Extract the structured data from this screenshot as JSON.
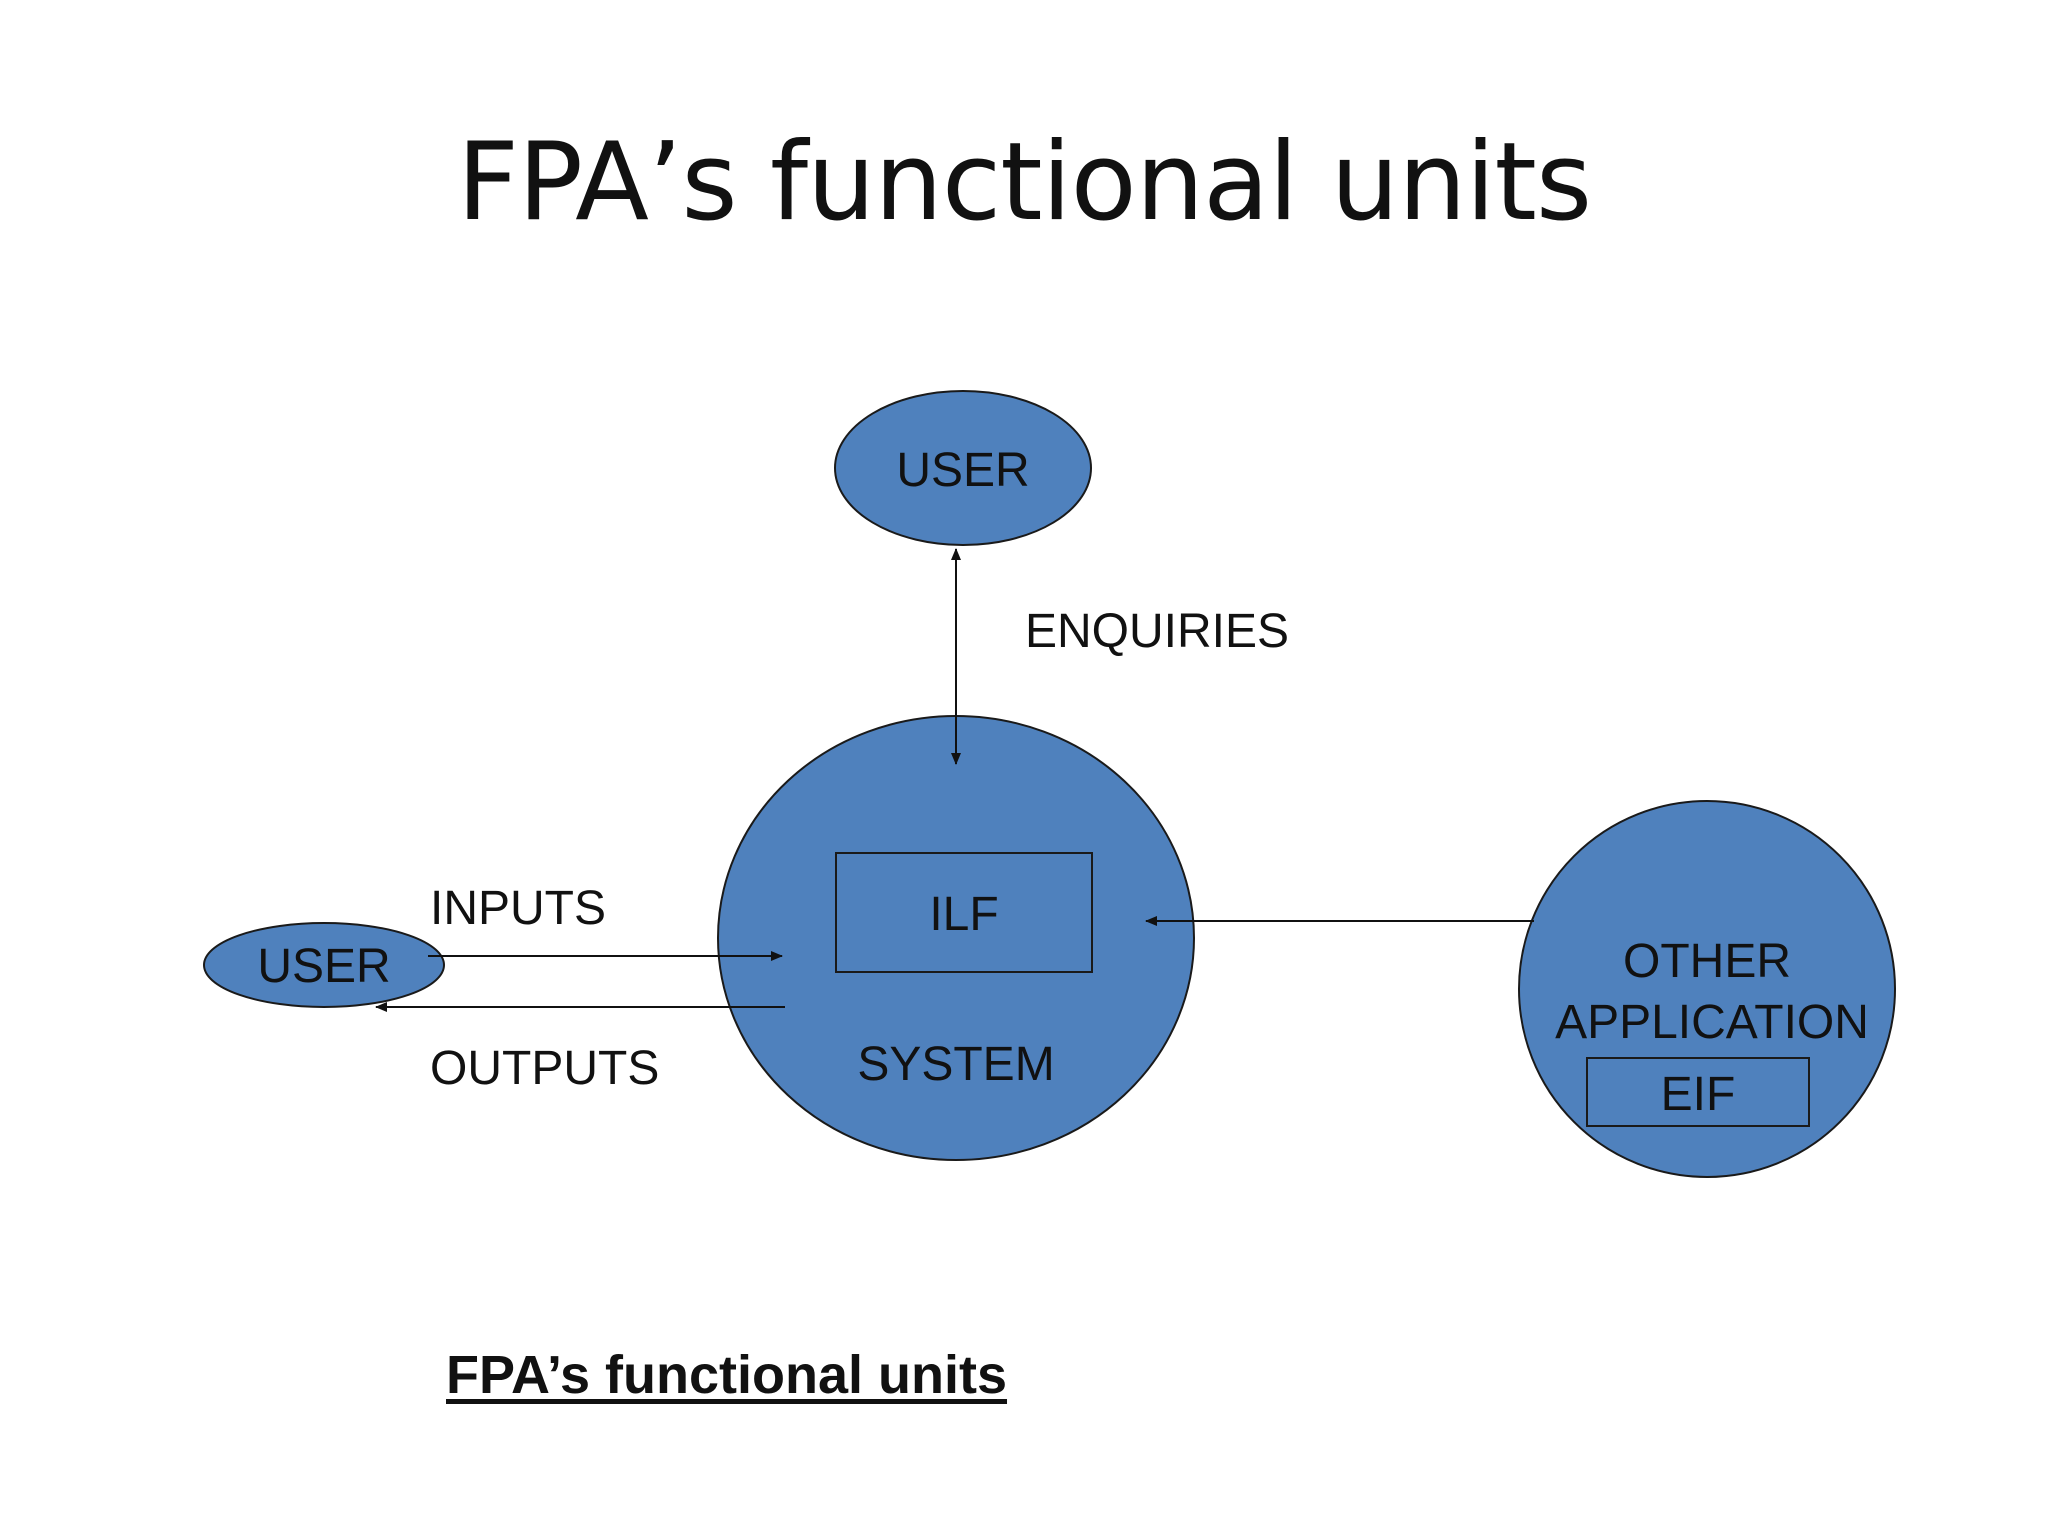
{
  "slide": {
    "title": "FPA’s functional units",
    "caption": "FPA’s functional units"
  },
  "diagram": {
    "nodes": {
      "user_top": "USER",
      "user_left": "USER",
      "system": "SYSTEM",
      "ilf": "ILF",
      "other_application_line1": "OTHER",
      "other_application_line2": "APPLICATION",
      "eif": "EIF"
    },
    "edges": {
      "enquiries": "ENQUIRIES",
      "inputs": "INPUTS",
      "outputs": "OUTPUTS"
    }
  },
  "colors": {
    "node_fill": "#4f81bd",
    "outline": "#1a1a1a",
    "text": "#111111",
    "background": "#ffffff"
  }
}
